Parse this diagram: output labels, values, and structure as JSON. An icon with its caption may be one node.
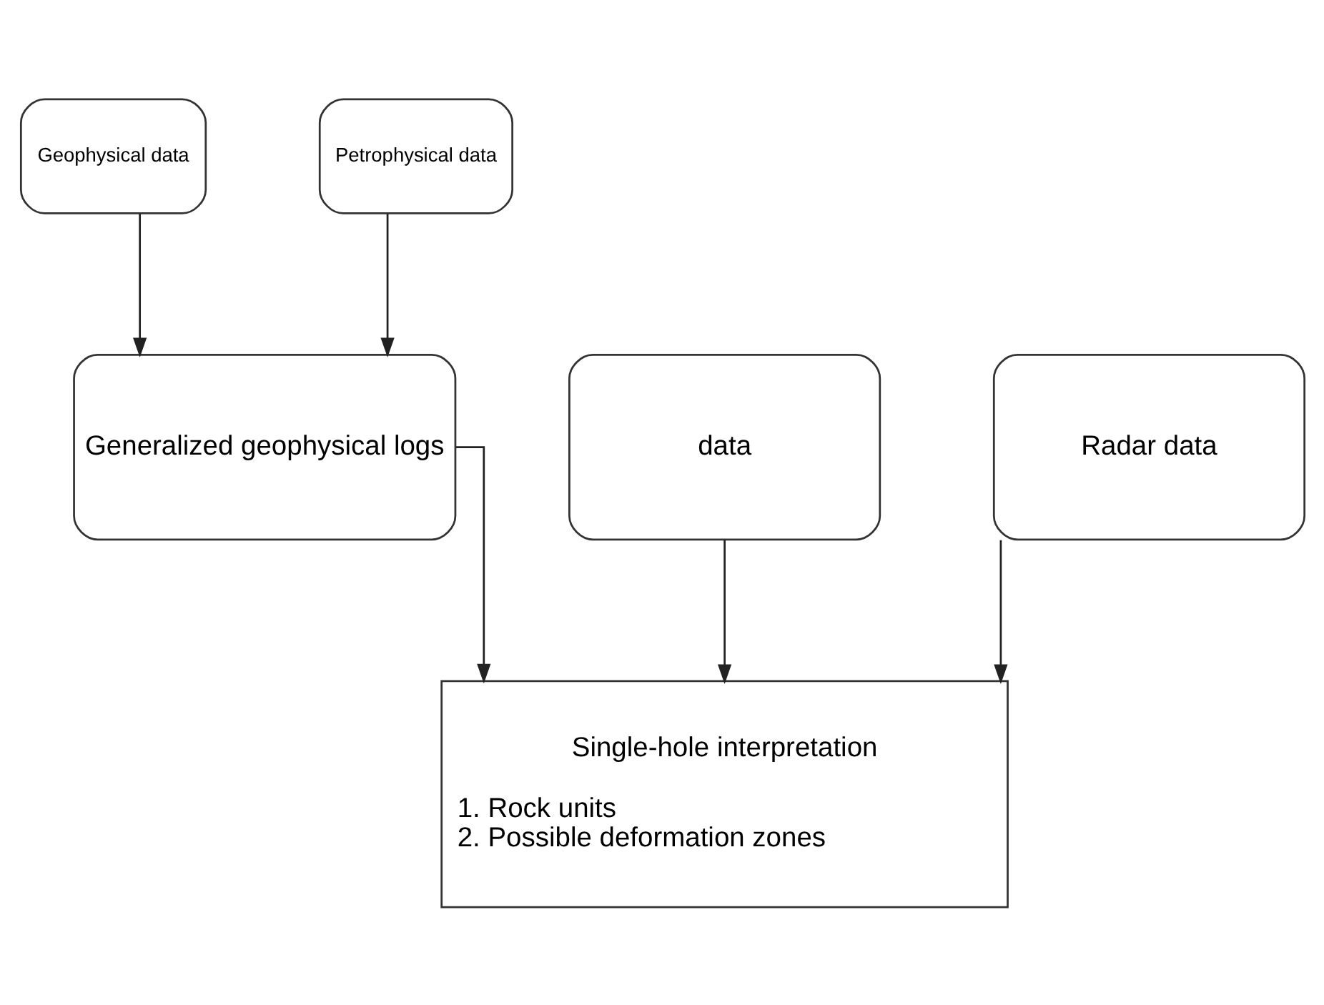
{
  "diagram": {
    "nodes": [
      {
        "text": [
          "Geophysical data"
        ]
      },
      {
        "text": [
          "Petrophysical data"
        ]
      },
      {
        "text": [
          "data"
        ]
      },
      {
        "text": [
          "Generalized geophysical logs"
        ]
      },
      {
        "text": [
          "Radar data"
        ]
      },
      {
        "text": [
          "Single-hole interpretation",
          "1. Rock units",
          "2. Possible deformation zones"
        ]
      }
    ],
    "edges": [
      {
        "from": 0,
        "to": 3,
        "arrow": "to"
      },
      {
        "from": 1,
        "to": 3,
        "arrow": "to"
      },
      {
        "from": 2,
        "to": 5,
        "arrow": "to"
      },
      {
        "from": 3,
        "to": 5,
        "arrow": "to"
      },
      {
        "from": 4,
        "to": 5,
        "arrow": "to"
      }
    ]
  }
}
